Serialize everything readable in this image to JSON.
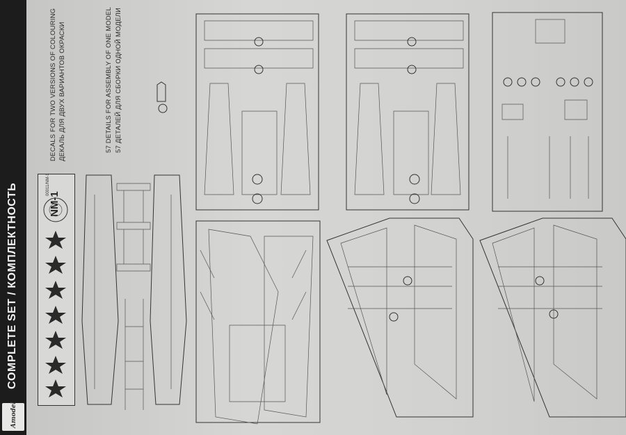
{
  "sidebar": {
    "heading": "COMPLETE SET / КОМПЛЕКТНОСТЬ",
    "brand": "Amodel"
  },
  "decal_sheet": {
    "tail_code": "NM-1",
    "small_label": "00011/NM-1"
  },
  "captions": {
    "decals_en": "DECALS FOR TWO VERSIONS OF COLOURING",
    "decals_ru": "ДЕКАЛЬ ДЛЯ ДВУХ ВАРИАНТОВ ОКРАСКИ",
    "details_en": "57 DETAILS FOR ASSEMBLY OF ONE MODEL",
    "details_ru": "57 ДЕТАЛЕЙ ДЛЯ СБОРКИ ОДНОЙ МОДЕЛИ"
  },
  "colors": {
    "sidebar_bg": "#1c1c1c",
    "paper": "#d2d2d0",
    "ink": "#333333"
  }
}
